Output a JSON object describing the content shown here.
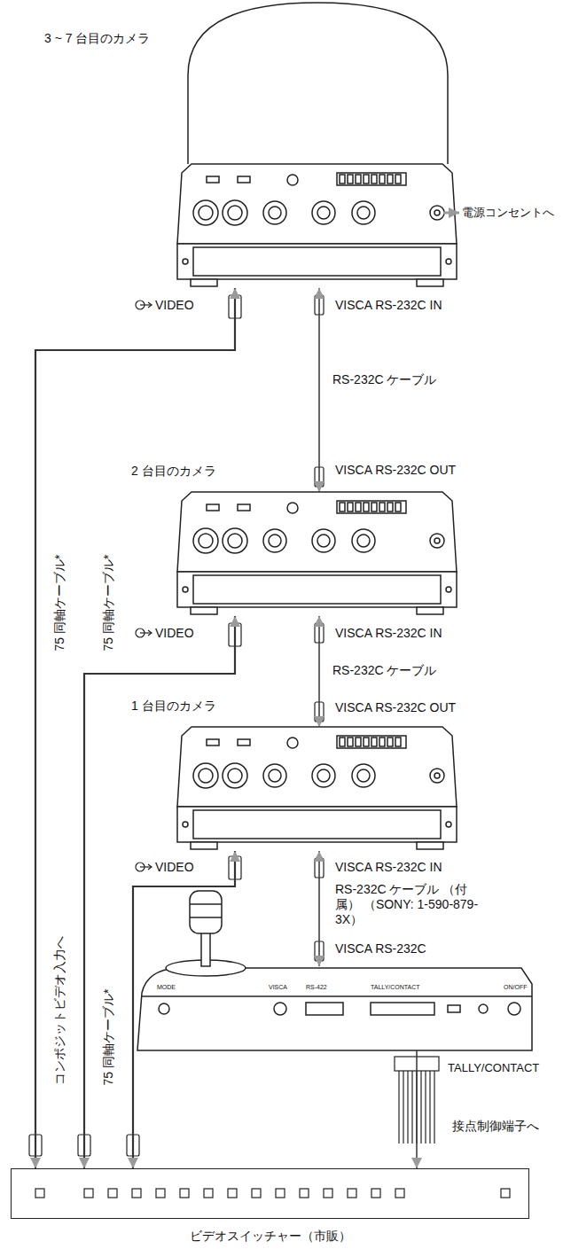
{
  "diagram": {
    "nodes": [
      {
        "text": [
          "3 ~ 7 台目のカメラ"
        ]
      },
      {
        "text": [
          "2 台目のカメラ"
        ]
      },
      {
        "text": [
          "1 台目のカメラ"
        ]
      },
      {
        "text": [
          "MODE",
          "VISCA",
          "RS-422",
          "TALLY/CONTACT",
          "ON/OFF"
        ]
      },
      {
        "text": [
          "ビデオスイッチャー（市販）"
        ]
      }
    ],
    "edges": [
      {
        "from": 1,
        "to": 0,
        "arrow": "both",
        "label": "RS-232C ケーブル"
      },
      {
        "from": 2,
        "to": 1,
        "arrow": "both",
        "label": "RS-232C ケーブル"
      },
      {
        "from": 3,
        "to": 2,
        "arrow": "both",
        "label": "RS-232C ケーブル （付属） （SONY: 1-590-879-3X）"
      },
      {
        "from": 0,
        "to": 4,
        "arrow": "both",
        "label": "75 同軸ケーブル*"
      },
      {
        "from": 1,
        "to": 4,
        "arrow": "both",
        "label": "75 同軸ケーブル*"
      },
      {
        "from": 2,
        "to": 4,
        "arrow": "both",
        "label": "75 同軸ケーブル*"
      },
      {
        "from": 3,
        "to": 4,
        "arrow": "to",
        "label": "接点制御端子へ"
      }
    ],
    "labels": [
      "電源コンセントへ",
      "VIDEO",
      "VISCA RS-232C IN",
      "VISCA RS-232C OUT",
      "VIDEO",
      "VISCA RS-232C IN",
      "VISCA RS-232C OUT",
      "VIDEO",
      "VISCA RS-232C IN",
      "VISCA RS-232C",
      "TALLY/CONTACT",
      "コンポジットビデオ入力へ"
    ]
  }
}
